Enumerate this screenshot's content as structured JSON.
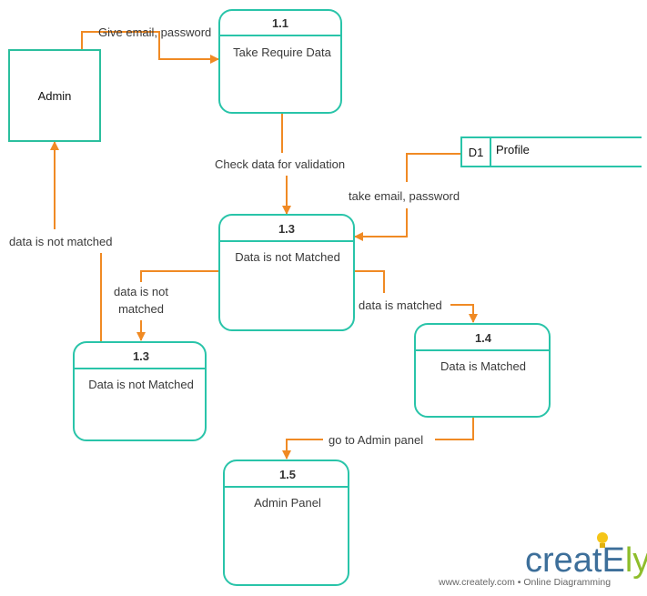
{
  "colors": {
    "process_stroke": "#29c4a9",
    "flow": "#f08a24",
    "entity_stroke": "#2bbf9e",
    "brand_blue": "#3d6f9a",
    "brand_green": "#8ebd2b",
    "bulb": "#f5c518"
  },
  "entity": {
    "label": "Admin"
  },
  "datastore": {
    "id": "D1",
    "label": "Profile"
  },
  "processes": [
    {
      "id": "1.1",
      "label": "Take Require Data"
    },
    {
      "id": "1.3",
      "label": "Data is not Matched"
    },
    {
      "id": "1.3",
      "label": "Data is not Matched"
    },
    {
      "id": "1.4",
      "label": "Data is Matched"
    },
    {
      "id": "1.5",
      "label": "Admin Panel"
    }
  ],
  "flows": {
    "give_credentials": "Give email, password",
    "check_validation": "Check data for validation",
    "take_credentials": "take email, password",
    "not_matched_left": "data is not matched",
    "not_matched_mid_line1": "data is not",
    "not_matched_mid_line2": "matched",
    "matched": "data is matched",
    "to_admin_panel": "go to Admin panel"
  },
  "branding": {
    "logo_main": "creatE",
    "logo_accent": "ly",
    "tagline": "www.creately.com • Online Diagramming"
  }
}
